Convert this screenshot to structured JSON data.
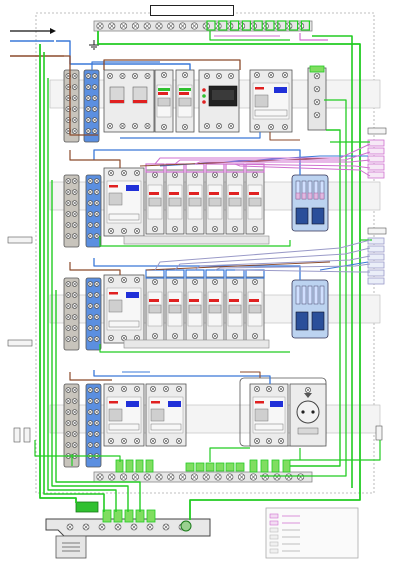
{
  "diagram": {
    "title": "",
    "colors": {
      "earth": "#22cc22",
      "neutral": "#3a78d8",
      "phase": "#8b4a2b",
      "control": "#d070d0",
      "signal": "#9a9ac8",
      "din_rail": "#cfd3d8",
      "terminal_blue": "#5b8fe0",
      "terminal_grey": "#c8c4bc",
      "device_body": "#ececec",
      "accent_red": "#e02020",
      "accent_blue": "#2030d8",
      "display_green": "#30c030",
      "panel_border": "#999999"
    },
    "rows": [
      {
        "id": "row-1",
        "devices": [
          "main-switch",
          "surge-arrester",
          "surge-arrester",
          "multimeter",
          "rcd"
        ]
      },
      {
        "id": "row-2",
        "devices": [
          "rcbo",
          "mcb",
          "mcb",
          "mcb",
          "mcb",
          "mcb",
          "mcb",
          "relay-block"
        ]
      },
      {
        "id": "row-3",
        "devices": [
          "rcbo",
          "mcb",
          "mcb",
          "mcb",
          "mcb",
          "mcb",
          "mcb",
          "relay-block"
        ]
      },
      {
        "id": "row-4",
        "devices": [
          "rcbo",
          "rcbo",
          "rcd",
          "socket"
        ]
      }
    ],
    "icons": [
      "earth-symbol-icon",
      "socket-icon",
      "display-icon"
    ]
  }
}
